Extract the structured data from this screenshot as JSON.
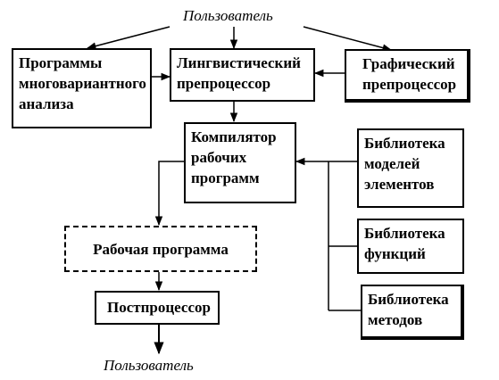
{
  "user_top": "Пользователь",
  "user_bottom": "Пользователь",
  "boxes": {
    "multivariant": "Программы\nмноговариантного\nанализа",
    "linguistic": "Лингвистический\nпрепроцессор",
    "graphic": "Графический\nпрепроцессор",
    "compiler": "Компилятор\nрабочих\nпрограмм",
    "lib_models": "Библиотека\nмоделей\nэлементов",
    "lib_functions": "Библиотека\nфункций",
    "lib_methods": "Библиотека\nметодов",
    "working_program": "Рабочая программа",
    "postprocessor": "Постпроцессор"
  }
}
